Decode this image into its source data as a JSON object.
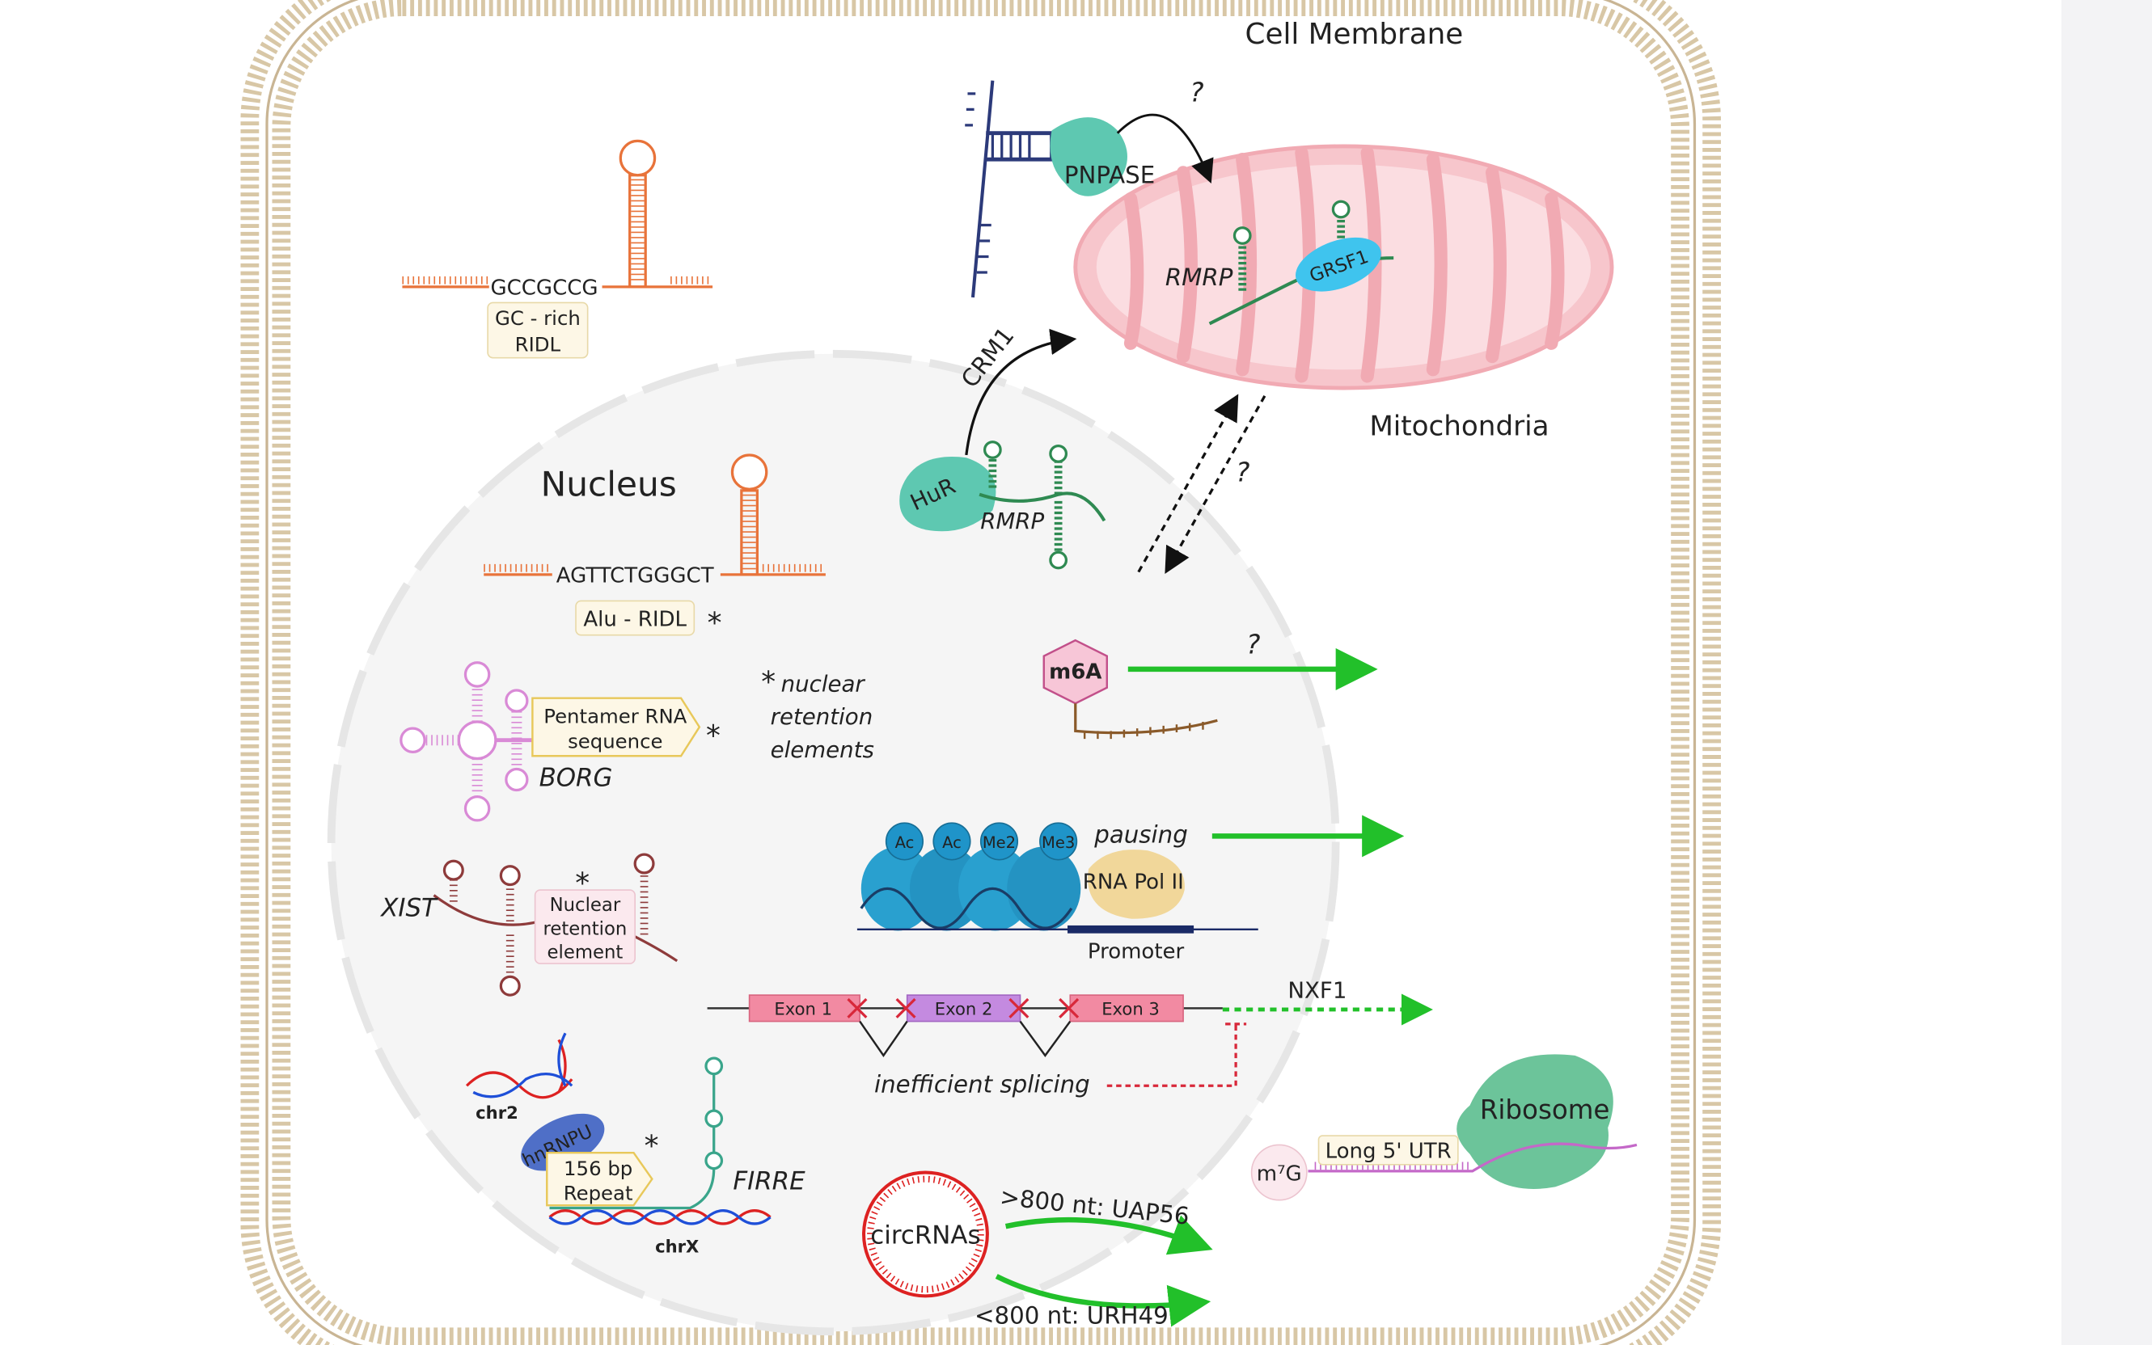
{
  "cell_membrane": "Cell Membrane",
  "mitochondria": "Mitochondria",
  "nucleus": "Nucleus",
  "pnpase": "PNPASE",
  "rmrp": "RMRP",
  "grsf1": "GRSF1",
  "crm1": "CRM1",
  "hur": "HuR",
  "q": "?",
  "asterisk": "*",
  "gc_seq": "GCCGCCG",
  "gc_label1": "GC - rich",
  "gc_label2": "RIDL",
  "alu_seq": "AGTTCTGGGCT",
  "alu_label": "Alu - RIDL",
  "pentamer1": "Pentamer RNA",
  "pentamer2": "sequence",
  "borg": "BORG",
  "nre1": "nuclear",
  "nre2": "retention",
  "nre3": "elements",
  "xist": "XIST",
  "xist_box1": "Nuclear",
  "xist_box2": "retention",
  "xist_box3": "element",
  "m6a": "m6A",
  "pausing": "pausing",
  "rnapol": "RNA Pol II",
  "promoter": "Promoter",
  "ac": "Ac",
  "me2": "Me2",
  "me3": "Me3",
  "exon1": "Exon 1",
  "exon2": "Exon 2",
  "exon3": "Exon 3",
  "nxf1": "NXF1",
  "splicing": "inefficient splicing",
  "chr2": "chr2",
  "hnrnpu": "hnRNPU",
  "repeat1": "156 bp",
  "repeat2": "Repeat",
  "firre": "FIRRE",
  "chrx": "chrX",
  "circ": "circRNAs",
  "uap56": ">800 nt: UAP56",
  "small": "<800 nt: URH49",
  "ribosome": "Ribosome",
  "utr": "Long 5' UTR",
  "m7g": "m⁷G",
  "colors": {
    "membrane": "#c9b594",
    "mito": "#f7c6cc",
    "rna_orange": "#e8733a",
    "rna_green": "#2f8a52",
    "arrow_green": "#22c02a",
    "dashed_red": "#d8283a",
    "protein_teal": "#5ec8b1"
  }
}
